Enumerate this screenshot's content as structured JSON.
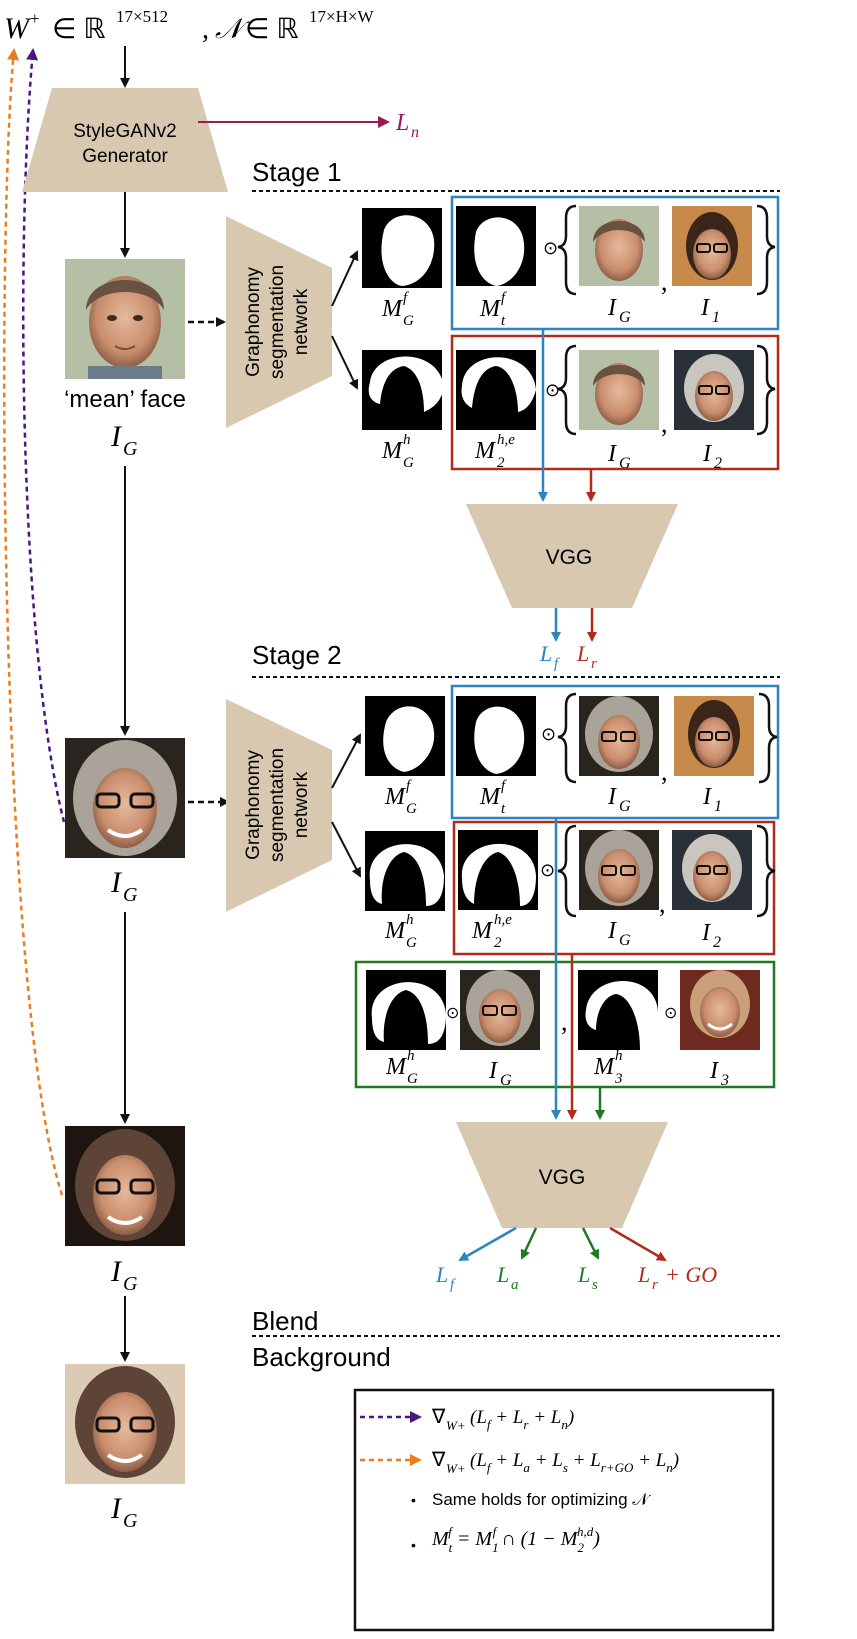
{
  "header": {
    "equation": "W⁺ ∈ ℝ^{17×512}, 𝒩 ∈ ℝ^{17×H×W}",
    "w_plus": "W",
    "sup_plus": "+",
    "in1": "∈ ℝ",
    "dims1": "17×512",
    "comma": ",",
    "script_n": "𝒩",
    "in2": "∈ ℝ",
    "dims2": "17×H×W"
  },
  "generator": {
    "line1": "StyleGANv2",
    "line2": "Generator",
    "ln_label": "L",
    "ln_sub": "n"
  },
  "stages": {
    "stage1": "Stage 1",
    "stage2": "Stage 2",
    "blend": "Blend",
    "background": "Background"
  },
  "left_column": {
    "mean_face": "‘mean’ face",
    "ig": "I",
    "ig_sub": "G"
  },
  "segmentation": {
    "line1": "Graphonomy",
    "line2": "segmentation",
    "line3": "network"
  },
  "labels": {
    "M": "M",
    "I": "I",
    "sup_f": "f",
    "sup_h": "h",
    "sup_he": "h,e",
    "sub_G": "G",
    "sub_t": "t",
    "sub_1": "1",
    "sub_2": "2",
    "sub_3": "3",
    "odot": "⊙",
    "comma": ","
  },
  "vgg": {
    "label": "VGG"
  },
  "losses": {
    "L": "L",
    "f": "f",
    "r": "r",
    "a": "a",
    "s": "s",
    "plus_go": "+ GO"
  },
  "legend": {
    "row1": "∇_{W+}(L_f + L_r + L_n)",
    "row2": "∇_{W+}(L_f + L_a + L_s + L_{r+GO} + L_n)",
    "row3": "Same holds for optimizing 𝒩",
    "row4": "M_t^f = M_1^f ∩ (1 − M_2^{h,d})",
    "nabla": "∇",
    "wplus_sub": "W+",
    "bullet": "•"
  },
  "colors": {
    "trapezoid": "#d8c8b0",
    "blue": "#2a85c0",
    "red": "#b22a1a",
    "green": "#1f7a1f",
    "purple": "#4b1680",
    "orange": "#ea7d1f",
    "maroon": "#9a1c55"
  }
}
